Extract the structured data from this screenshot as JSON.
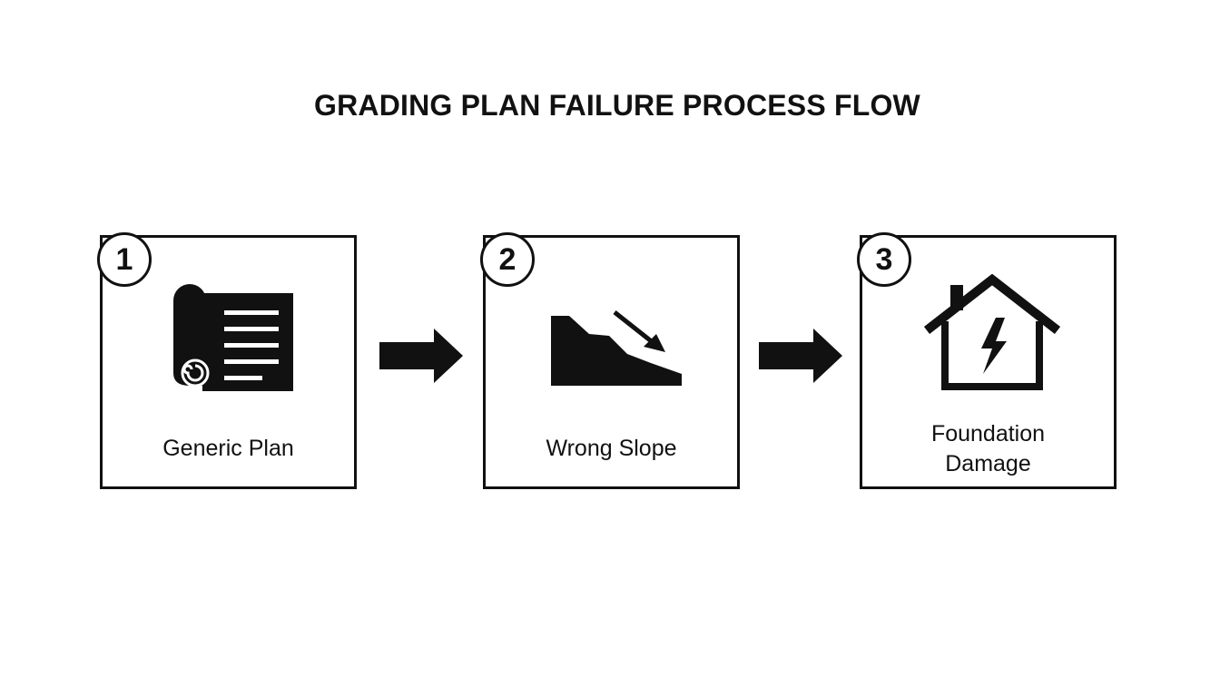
{
  "title": "GRADING PLAN FAILURE PROCESS FLOW",
  "steps": [
    {
      "number": "1",
      "label_lines": [
        "Generic Plan"
      ],
      "icon": "blueprint-scroll-icon"
    },
    {
      "number": "2",
      "label_lines": [
        "Wrong Slope"
      ],
      "icon": "sloped-terrain-arrow-icon"
    },
    {
      "number": "3",
      "label_lines": [
        "Foundation",
        "Damage"
      ],
      "icon": "cracked-house-icon"
    }
  ],
  "colors": {
    "stroke": "#111111",
    "background": "#ffffff"
  }
}
